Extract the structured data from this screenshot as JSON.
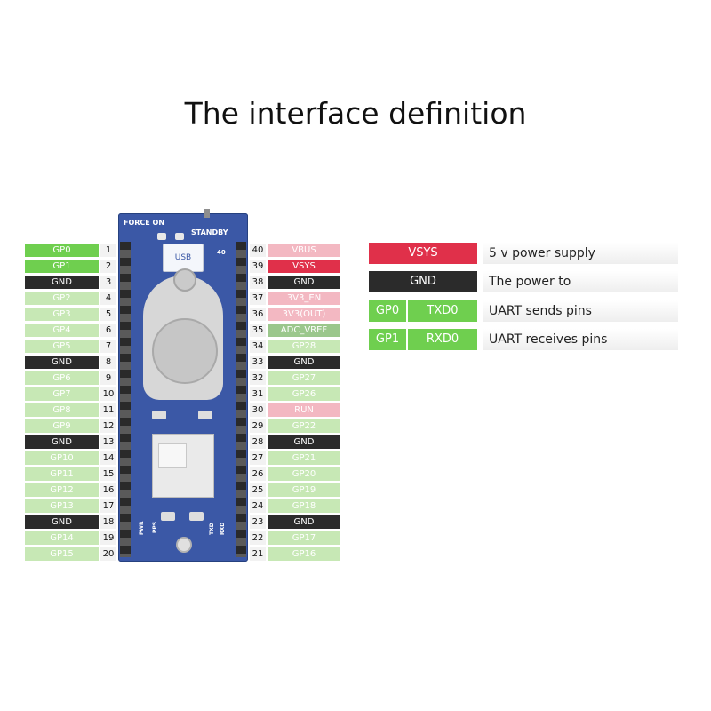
{
  "title": "The interface definition",
  "board": {
    "force_on": "FORCE ON",
    "standby": "STANDBY",
    "usb": "USB",
    "pin_one": "1",
    "pin_forty": "40",
    "pwr": "PWR",
    "pps": "PPS",
    "txd": "TXD",
    "rxd": "RXD"
  },
  "colors": {
    "gp_active": "#6fcf4f",
    "gp_faded": "#c7e8b5",
    "gnd": "#2b2b2b",
    "vsys": "#e0304a",
    "vbus_faded": "#f3b8c2",
    "adc_vref": "#9bc78c"
  },
  "pins_left": [
    {
      "num": "1",
      "label": "GP0",
      "style": "gp_active"
    },
    {
      "num": "2",
      "label": "GP1",
      "style": "gp_active"
    },
    {
      "num": "3",
      "label": "GND",
      "style": "gnd"
    },
    {
      "num": "4",
      "label": "GP2",
      "style": "gp_faded"
    },
    {
      "num": "5",
      "label": "GP3",
      "style": "gp_faded"
    },
    {
      "num": "6",
      "label": "GP4",
      "style": "gp_faded"
    },
    {
      "num": "7",
      "label": "GP5",
      "style": "gp_faded"
    },
    {
      "num": "8",
      "label": "GND",
      "style": "gnd"
    },
    {
      "num": "9",
      "label": "GP6",
      "style": "gp_faded"
    },
    {
      "num": "10",
      "label": "GP7",
      "style": "gp_faded"
    },
    {
      "num": "11",
      "label": "GP8",
      "style": "gp_faded"
    },
    {
      "num": "12",
      "label": "GP9",
      "style": "gp_faded"
    },
    {
      "num": "13",
      "label": "GND",
      "style": "gnd"
    },
    {
      "num": "14",
      "label": "GP10",
      "style": "gp_faded"
    },
    {
      "num": "15",
      "label": "GP11",
      "style": "gp_faded"
    },
    {
      "num": "16",
      "label": "GP12",
      "style": "gp_faded"
    },
    {
      "num": "17",
      "label": "GP13",
      "style": "gp_faded"
    },
    {
      "num": "18",
      "label": "GND",
      "style": "gnd"
    },
    {
      "num": "19",
      "label": "GP14",
      "style": "gp_faded"
    },
    {
      "num": "20",
      "label": "GP15",
      "style": "gp_faded"
    }
  ],
  "pins_right": [
    {
      "num": "40",
      "label": "VBUS",
      "style": "vbus_faded"
    },
    {
      "num": "39",
      "label": "VSYS",
      "style": "vsys"
    },
    {
      "num": "38",
      "label": "GND",
      "style": "gnd"
    },
    {
      "num": "37",
      "label": "3V3_EN",
      "style": "vbus_faded"
    },
    {
      "num": "36",
      "label": "3V3(OUT)",
      "style": "vbus_faded"
    },
    {
      "num": "35",
      "label": "ADC_VREF",
      "style": "adc_vref"
    },
    {
      "num": "34",
      "label": "GP28",
      "style": "gp_faded"
    },
    {
      "num": "33",
      "label": "GND",
      "style": "gnd"
    },
    {
      "num": "32",
      "label": "GP27",
      "style": "gp_faded"
    },
    {
      "num": "31",
      "label": "GP26",
      "style": "gp_faded"
    },
    {
      "num": "30",
      "label": "RUN",
      "style": "vbus_faded"
    },
    {
      "num": "29",
      "label": "GP22",
      "style": "gp_faded"
    },
    {
      "num": "28",
      "label": "GND",
      "style": "gnd"
    },
    {
      "num": "27",
      "label": "GP21",
      "style": "gp_faded"
    },
    {
      "num": "26",
      "label": "GP20",
      "style": "gp_faded"
    },
    {
      "num": "25",
      "label": "GP19",
      "style": "gp_faded"
    },
    {
      "num": "24",
      "label": "GP18",
      "style": "gp_faded"
    },
    {
      "num": "23",
      "label": "GND",
      "style": "gnd"
    },
    {
      "num": "22",
      "label": "GP17",
      "style": "gp_faded"
    },
    {
      "num": "21",
      "label": "GP16",
      "style": "gp_faded"
    }
  ],
  "legend": [
    {
      "chips": [
        {
          "text": "VSYS",
          "style": "vsys"
        }
      ],
      "desc": "5 v power supply"
    },
    {
      "chips": [
        {
          "text": "GND",
          "style": "gnd"
        }
      ],
      "desc": "The power to"
    },
    {
      "chips": [
        {
          "text": "GP0",
          "style": "gp_active"
        },
        {
          "text": "TXD0",
          "style": "gp_active"
        }
      ],
      "desc": "UART sends pins"
    },
    {
      "chips": [
        {
          "text": "GP1",
          "style": "gp_active"
        },
        {
          "text": "RXD0",
          "style": "gp_active"
        }
      ],
      "desc": "UART receives pins"
    }
  ]
}
